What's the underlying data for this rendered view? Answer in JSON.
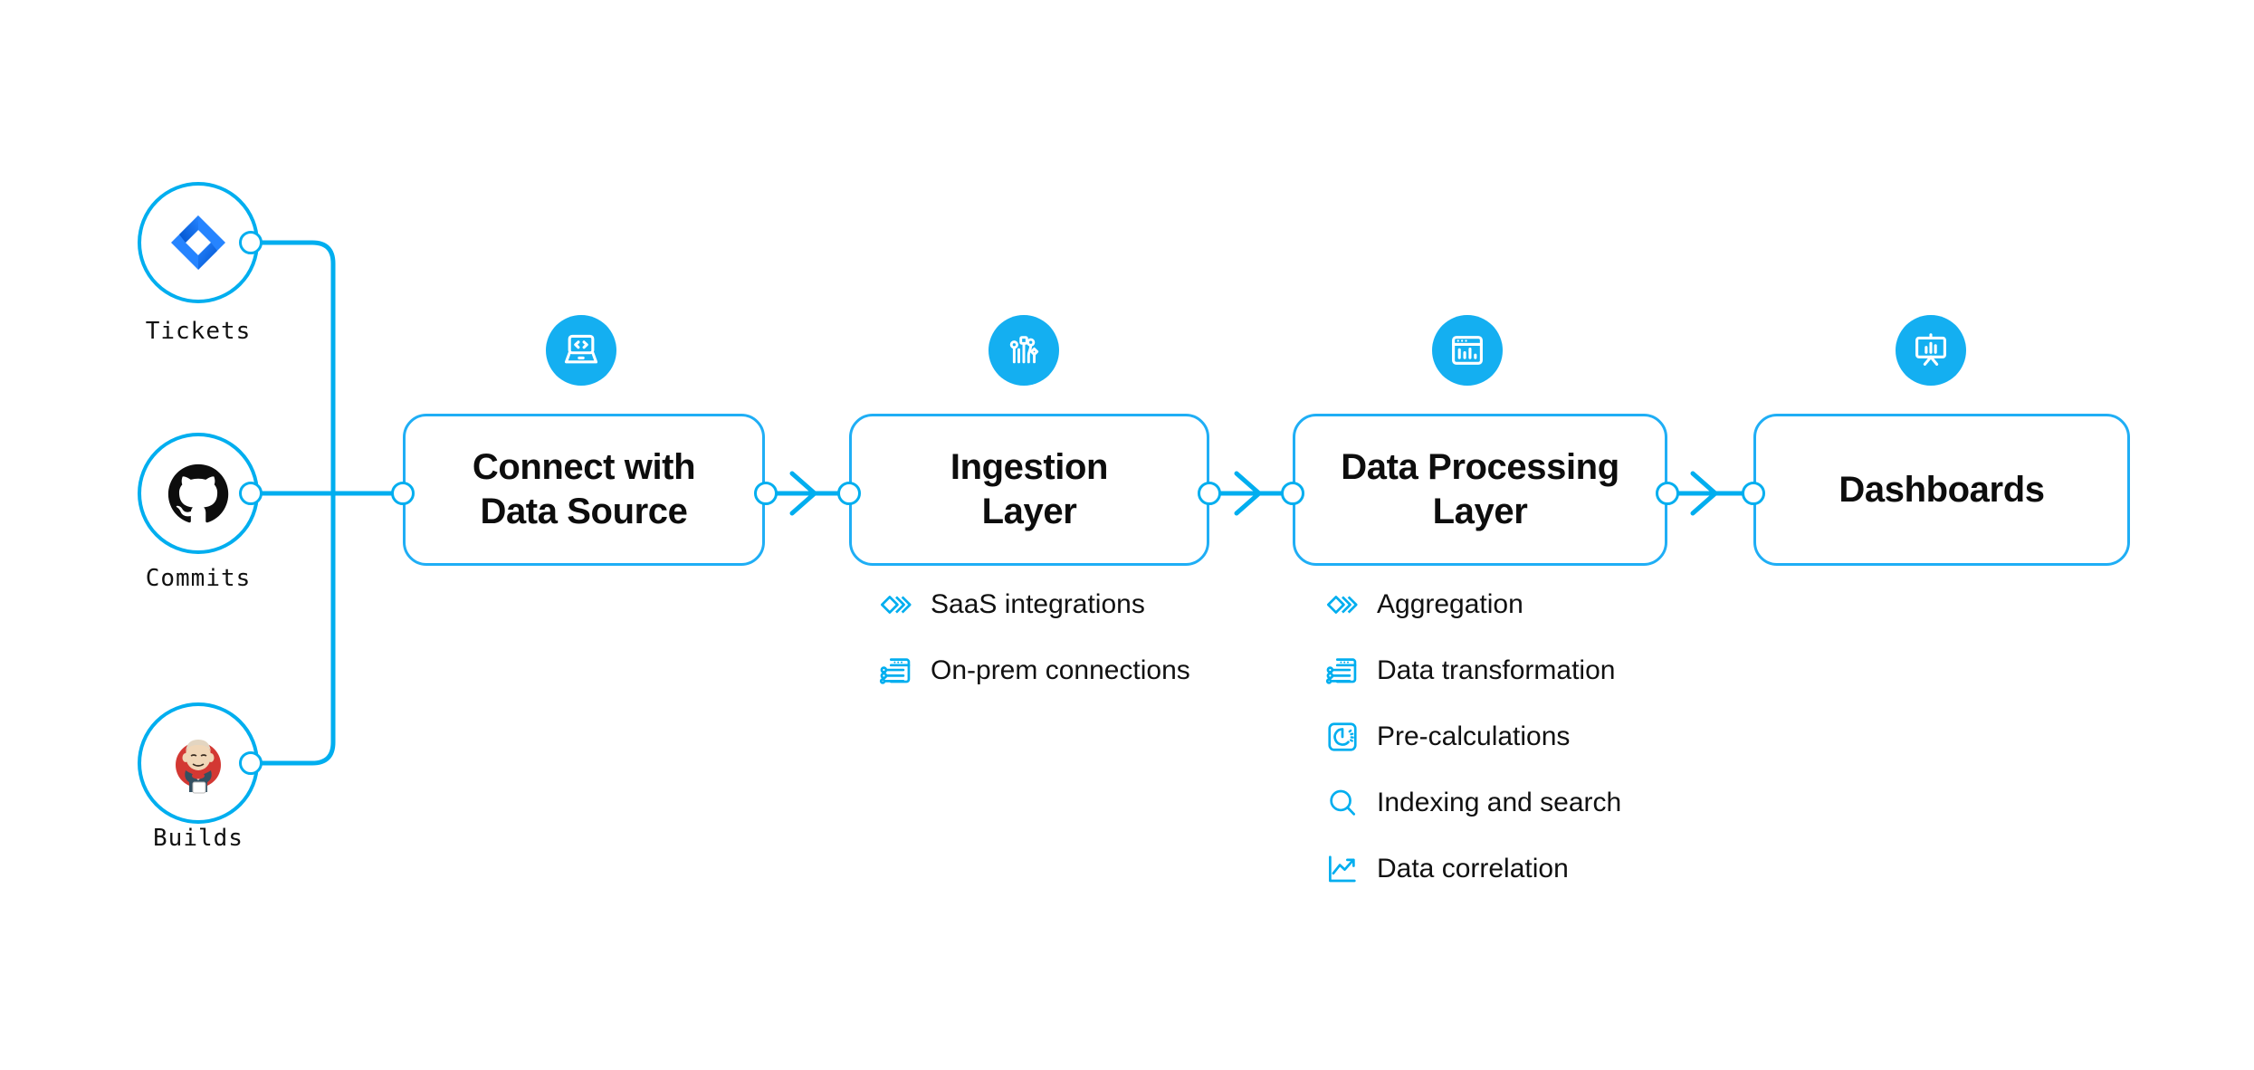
{
  "theme": {
    "accent": "#00AEEF",
    "badge_fill": "#14AFF1",
    "box_border": "#1FAEF5",
    "text": "#111111",
    "background": "#FFFFFF"
  },
  "sources": [
    {
      "label": "Tickets",
      "icon": "jira-logo-icon"
    },
    {
      "label": "Commits",
      "icon": "github-logo-icon"
    },
    {
      "label": "Builds",
      "icon": "jenkins-logo-icon"
    }
  ],
  "stages": [
    {
      "id": "connect-with-data-source",
      "title_line1": "Connect with",
      "title_line2": "Data Source",
      "badge_icon": "laptop-code-icon",
      "features": []
    },
    {
      "id": "ingestion-layer",
      "title_line1": "Ingestion",
      "title_line2": "Layer",
      "badge_icon": "circuit-nodes-icon",
      "features": [
        {
          "label": "SaaS integrations",
          "icon": "stacked-diamonds-icon"
        },
        {
          "label": "On-prem connections",
          "icon": "browser-sliders-icon"
        }
      ]
    },
    {
      "id": "data-processing-layer",
      "title_line1": "Data Processing",
      "title_line2": "Layer",
      "badge_icon": "browser-barchart-icon",
      "features": [
        {
          "label": "Aggregation",
          "icon": "stacked-diamonds-icon"
        },
        {
          "label": "Data transformation",
          "icon": "browser-sliders-icon"
        },
        {
          "label": "Pre-calculations",
          "icon": "gauge-square-icon"
        },
        {
          "label": "Indexing and search",
          "icon": "magnifier-icon"
        },
        {
          "label": "Data correlation",
          "icon": "line-chart-icon"
        }
      ]
    },
    {
      "id": "dashboards",
      "title_line1": "Dashboards",
      "title_line2": "",
      "badge_icon": "presentation-chart-icon",
      "features": []
    }
  ],
  "connectors": [
    {
      "name": "arrow-connect-to-ingestion",
      "icon": "arrow-right-icon"
    },
    {
      "name": "arrow-ingestion-to-processing",
      "icon": "arrow-right-icon"
    },
    {
      "name": "arrow-processing-to-dashboards",
      "icon": "arrow-right-icon"
    }
  ]
}
